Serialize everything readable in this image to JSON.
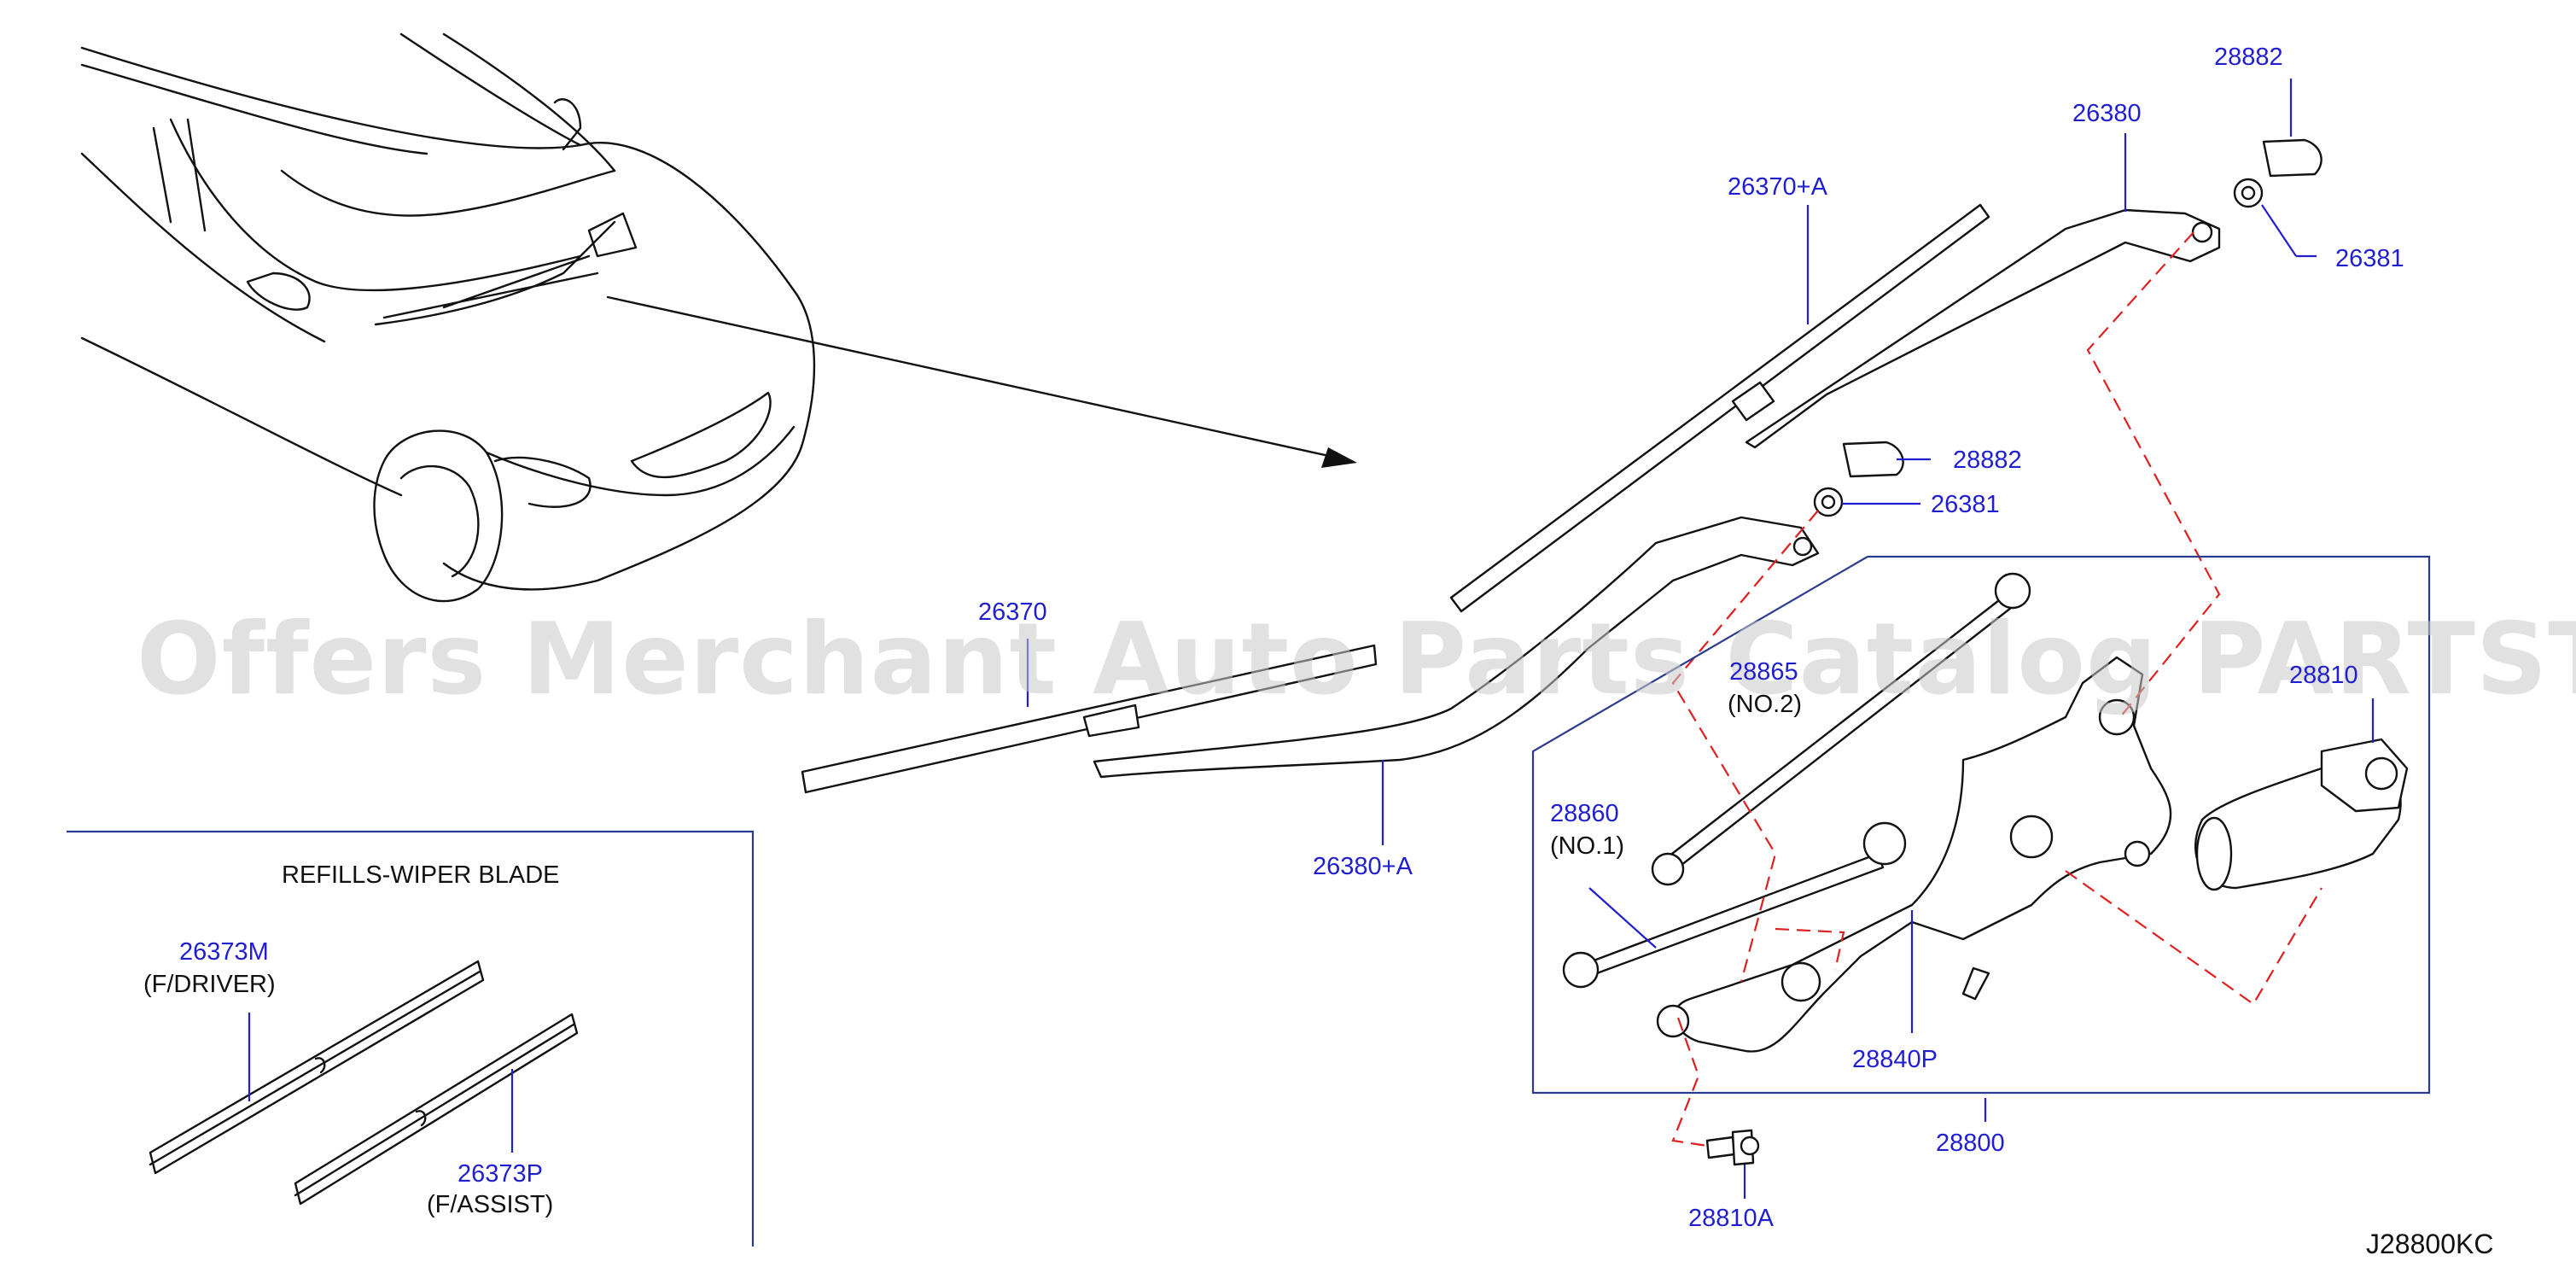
{
  "watermark": "Offers Merchant Auto Parts Catalog PARTSTORE SA",
  "diagram_code": "J28800KC",
  "refills_title": "REFILLS-WIPER   BLADE",
  "parts": {
    "p28882_top": "28882",
    "p26380": "26380",
    "p26370A": "26370+A",
    "p26381_top": "26381",
    "p28882_mid": "28882",
    "p26381_mid": "26381",
    "p26370": "26370",
    "p28865": "28865",
    "p28865_note": "(NO.2)",
    "p28810": "28810",
    "p28860": "28860",
    "p28860_note": "(NO.1)",
    "p26380A": "26380+A",
    "p28840P": "28840P",
    "p28800": "28800",
    "p28810A": "28810A",
    "p26373M": "26373M",
    "p26373M_note": "(F/DRIVER)",
    "p26373P": "26373P",
    "p26373P_note": "(F/ASSIST)"
  },
  "colors": {
    "label": "#1f1fd1",
    "leader": "#1f1fd1",
    "dashed": "#e02020",
    "box": "#2a3b8f",
    "watermark": "#c9c9c9"
  }
}
